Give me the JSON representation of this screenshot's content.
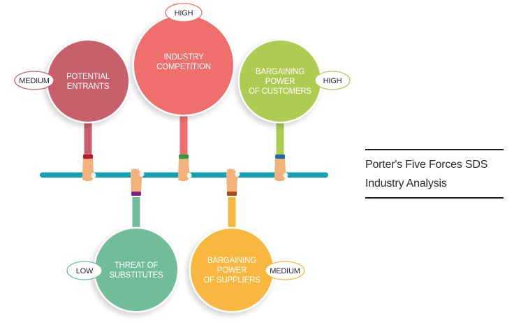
{
  "title": {
    "line1": "Porter's Five Forces SDS",
    "line2": "Industry Analysis"
  },
  "bar": {
    "color": "#14a0b0"
  },
  "skin": {
    "color": "#f2b27a",
    "shade": "#e8955a"
  },
  "forces": [
    {
      "id": "potential-entrants",
      "lines": [
        "POTENTIAL",
        "ENTRANTS"
      ],
      "rating": "MEDIUM",
      "color": "#c8606b",
      "cuff": "#b71c2e",
      "side": "top"
    },
    {
      "id": "industry-competition",
      "lines": [
        "INDUSTRY",
        "COMPETITION"
      ],
      "rating": "HIGH",
      "color": "#ee6f6c",
      "cuff": "#2e9a48",
      "side": "top"
    },
    {
      "id": "bargaining-power-customers",
      "lines": [
        "BARGAINING",
        "POWER",
        "OF CUSTOMERS"
      ],
      "rating": "HIGH",
      "color": "#aecb52",
      "cuff": "#1d6aa8",
      "side": "top"
    },
    {
      "id": "threat-of-substitutes",
      "lines": [
        "THREAT OF",
        "SUBSTITUTES"
      ],
      "rating": "LOW",
      "color": "#72bd99",
      "cuff": "#7a2485",
      "side": "bottom"
    },
    {
      "id": "bargaining-power-suppliers",
      "lines": [
        "BARGAINING",
        "POWER",
        "OF SUPPLIERS"
      ],
      "rating": "MEDIUM",
      "color": "#f8b73e",
      "cuff": "#a64c1c",
      "side": "bottom"
    }
  ]
}
